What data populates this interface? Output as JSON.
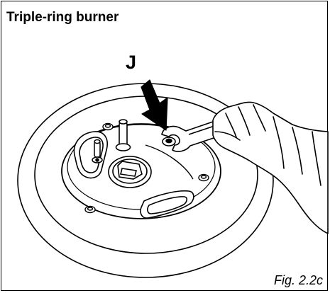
{
  "figure": {
    "title": "Triple-ring burner",
    "pointer_label": "J",
    "caption": "Fig. 2.2c"
  },
  "icons": {
    "burner": "burner-illustration",
    "arrow": "arrow-down-icon",
    "wrench": "wrench-icon",
    "hand": "gloved-hand-icon"
  },
  "colors": {
    "line": "#000000",
    "background": "#ffffff"
  }
}
